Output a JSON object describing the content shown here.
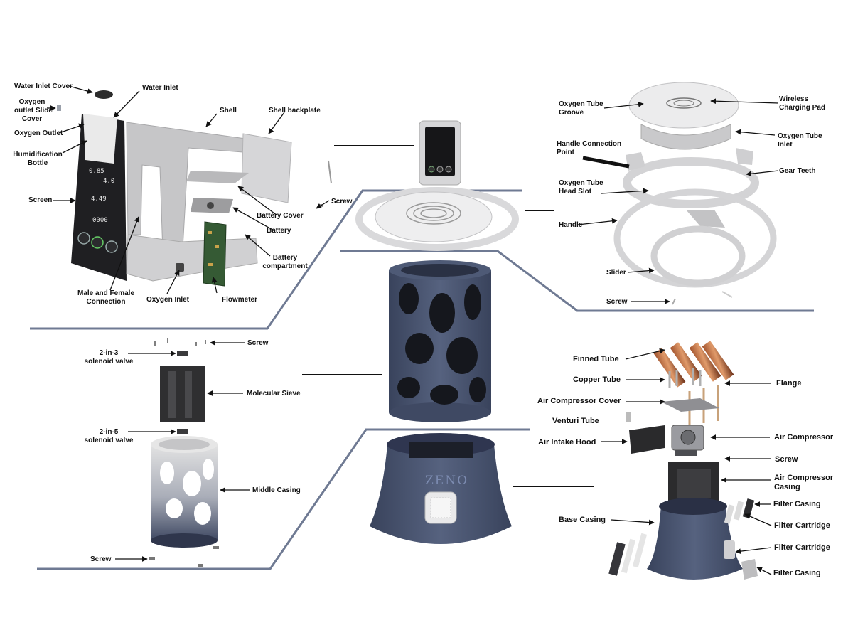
{
  "labels": {
    "water_inlet_cover": "Water Inlet Cover",
    "oxygen_outlet_slide_cover": "Oxygen\noutlet Slide\nCover",
    "water_inlet": "Water Inlet",
    "oxygen_outlet": "Oxygen Outlet",
    "humidification_bottle": "Humidification\nBottle",
    "screen": "Screen",
    "shell": "Shell",
    "shell_backplate": "Shell backplate",
    "screw_top": "Screw",
    "battery_cover": "Battery Cover",
    "battery": "Battery",
    "battery_compartment": "Battery\ncompartment",
    "male_female_connection": "Male and Female\nConnection",
    "oxygen_inlet": "Oxygen Inlet",
    "flowmeter": "Flowmeter",
    "oxygen_tube_groove": "Oxygen Tube\nGroove",
    "wireless_charging_pad": "Wireless\nCharging Pad",
    "oxygen_tube_inlet": "Oxygen Tube\nInlet",
    "handle_connection_point": "Handle Connection\nPoint",
    "gear_teeth": "Gear Teeth",
    "oxygen_tube_head_slot": "Oxygen Tube\nHead Slot",
    "handle": "Handle",
    "slider": "Slider",
    "screw_handle": "Screw",
    "screw_sieve": "Screw",
    "solenoid_2in3": "2-in-3\nsolenoid valve",
    "molecular_sieve": "Molecular Sieve",
    "solenoid_2in5": "2-in-5\nsolenoid valve",
    "middle_casing": "Middle Casing",
    "screw_bottom": "Screw",
    "finned_tube": "Finned Tube",
    "copper_tube": "Copper Tube",
    "flange": "Flange",
    "air_compressor_cover": "Air Compressor Cover",
    "venturi_tube": "Venturi Tube",
    "air_compressor": "Air Compressor",
    "air_intake_hood": "Air Intake Hood",
    "screw_compressor": "Screw",
    "air_compressor_casing": "Air Compressor\nCasing",
    "filter_casing_1": "Filter Casing",
    "base_casing": "Base Casing",
    "filter_cartridge_1": "Filter Cartridge",
    "filter_cartridge_2": "Filter Cartridge",
    "filter_casing_2": "Filter Casing"
  },
  "brand_logo": "ZENO",
  "screen_readouts": {
    "line1": "0.85",
    "line2": "4.0",
    "line3": "4.49",
    "line4": "0000"
  },
  "colors": {
    "navy_casing": "#47526e",
    "light_casing": "#d8d8d8",
    "divider_line": "#6f7a93",
    "arrow": "#111111"
  }
}
